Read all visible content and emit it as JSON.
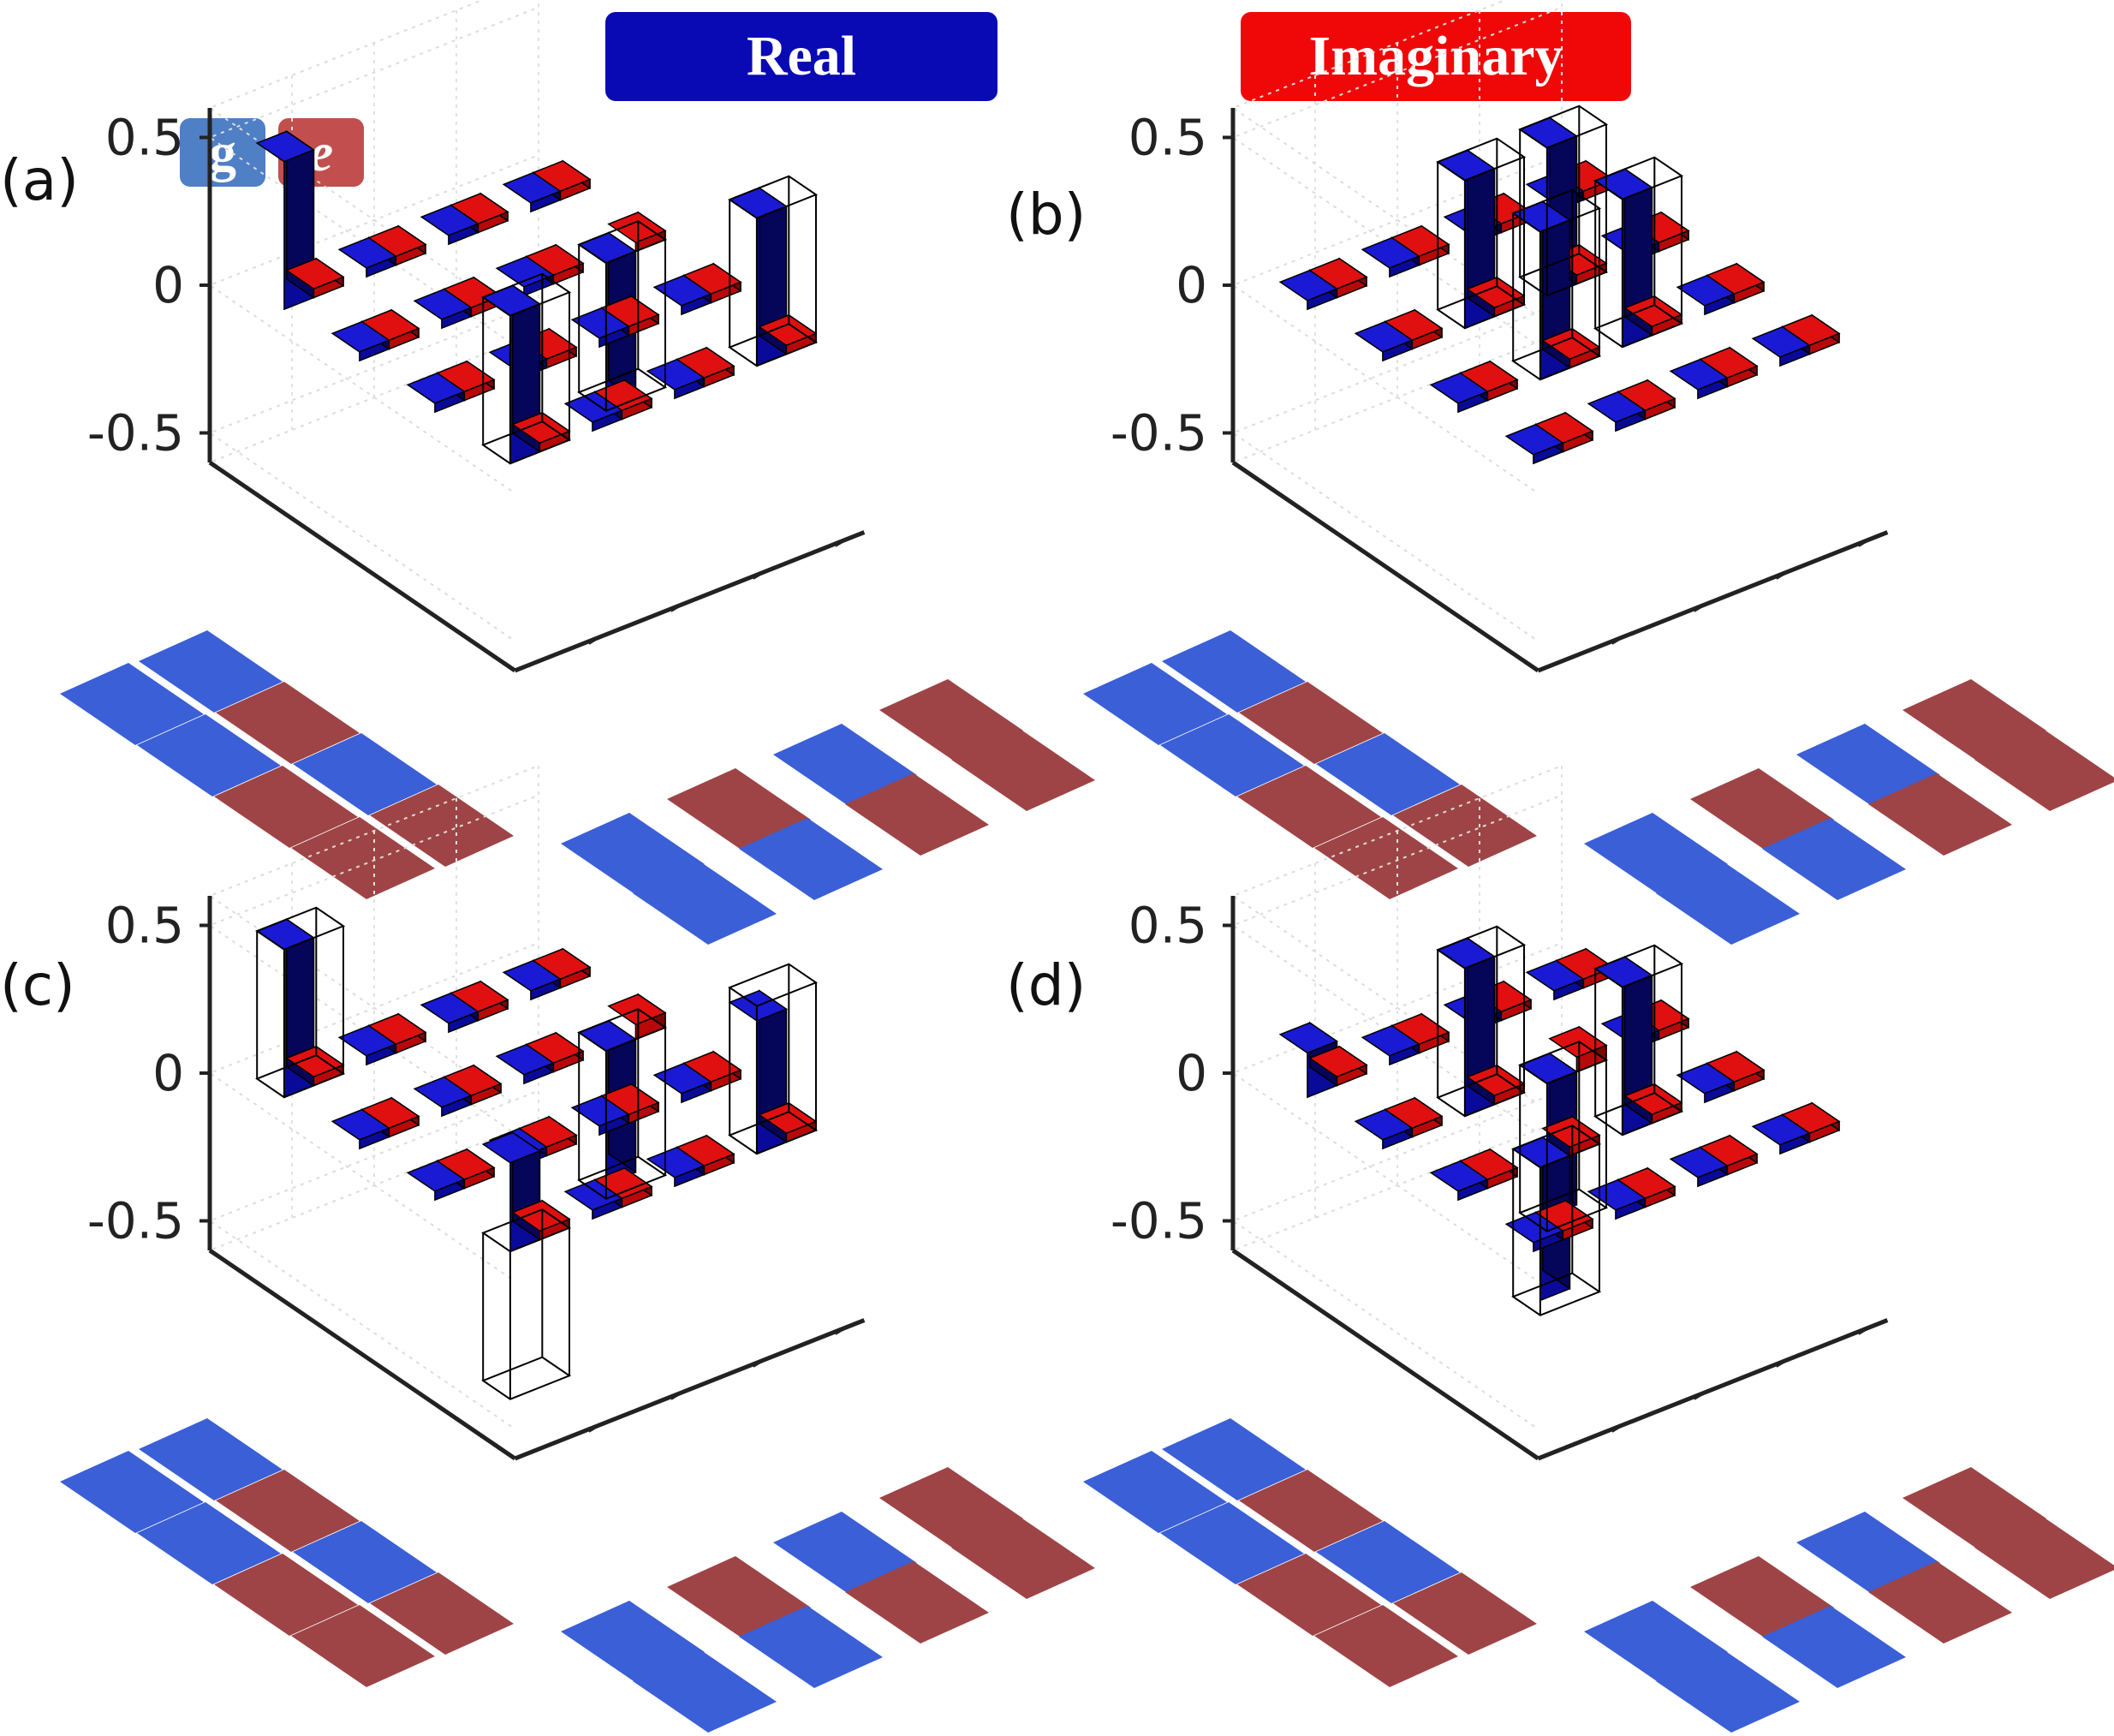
{
  "legend": {
    "real_label": "Real",
    "imag_label": "Imaginary",
    "real_color": "#0a0ab4",
    "imag_color": "#f00808"
  },
  "key": {
    "g_label": "g",
    "e_label": "e",
    "g_color": "#3a5fd6",
    "e_color": "#9e4446"
  },
  "chart_data": [
    {
      "type": "bar3d",
      "panel_label": "(a)",
      "zticks": [
        "0.5",
        "0",
        "-0.5"
      ],
      "zlim": [
        -0.6,
        0.6
      ],
      "size": 4,
      "real": [
        [
          0.5,
          0,
          0,
          0
        ],
        [
          0,
          0,
          0,
          -0.5
        ],
        [
          0,
          0,
          0,
          0
        ],
        [
          0.5,
          0,
          0,
          0.5
        ]
      ],
      "imag": [
        [
          0,
          0,
          0,
          0
        ],
        [
          0,
          0,
          0,
          0
        ],
        [
          0,
          0,
          0,
          0
        ],
        [
          0,
          0,
          0,
          0
        ]
      ],
      "ideal_real": [
        [
          0,
          0,
          0,
          0
        ],
        [
          0,
          0,
          0,
          -0.5
        ],
        [
          0,
          0,
          0,
          0
        ],
        [
          0.5,
          0,
          0,
          0.5
        ]
      ],
      "row_states": [
        "g",
        "g",
        "e",
        "e"
      ],
      "col_states": [
        "g",
        "e",
        "g",
        "e"
      ]
    },
    {
      "type": "bar3d",
      "panel_label": "(b)",
      "zticks": [
        "0.5",
        "0",
        "-0.5"
      ],
      "zlim": [
        -0.6,
        0.6
      ],
      "size": 4,
      "real": [
        [
          0,
          0,
          0,
          0
        ],
        [
          0,
          0.5,
          0.5,
          0
        ],
        [
          0,
          0.5,
          0.5,
          0
        ],
        [
          0,
          0,
          0,
          0
        ]
      ],
      "imag": [
        [
          0,
          0,
          0,
          0
        ],
        [
          0,
          0,
          0,
          0
        ],
        [
          0,
          0,
          0,
          0
        ],
        [
          0,
          0,
          0,
          0
        ]
      ],
      "ideal_real": [
        [
          0,
          0,
          0,
          0
        ],
        [
          0,
          0.5,
          0.5,
          0
        ],
        [
          0,
          0.5,
          0.5,
          0
        ],
        [
          0,
          0,
          0,
          0
        ]
      ],
      "row_states": [
        "g",
        "g",
        "e",
        "e"
      ],
      "col_states": [
        "g",
        "e",
        "g",
        "e"
      ]
    },
    {
      "type": "bar3d",
      "panel_label": "(c)",
      "zticks": [
        "0.5",
        "0",
        "-0.5"
      ],
      "zlim": [
        -0.6,
        0.6
      ],
      "size": 4,
      "real": [
        [
          0.5,
          0,
          0,
          0
        ],
        [
          0,
          0,
          0,
          -0.45
        ],
        [
          0,
          0,
          0,
          0
        ],
        [
          0.3,
          0,
          0,
          0.45
        ]
      ],
      "imag": [
        [
          0,
          0,
          0,
          0
        ],
        [
          0,
          0,
          0,
          0.05
        ],
        [
          0,
          0,
          0,
          0
        ],
        [
          0,
          0,
          0,
          0
        ]
      ],
      "ideal_real": [
        [
          0.5,
          0,
          0,
          0
        ],
        [
          0,
          0,
          0,
          -0.5
        ],
        [
          0,
          0,
          0,
          0
        ],
        [
          -0.5,
          0,
          0,
          0.5
        ]
      ],
      "row_states": [
        "g",
        "g",
        "e",
        "e"
      ],
      "col_states": [
        "g",
        "e",
        "g",
        "e"
      ]
    },
    {
      "type": "bar3d",
      "panel_label": "(d)",
      "zticks": [
        "0.5",
        "0",
        "-0.5"
      ],
      "zlim": [
        -0.6,
        0.6
      ],
      "size": 4,
      "real": [
        [
          0.15,
          0,
          0,
          0
        ],
        [
          0,
          0.5,
          -0.45,
          0
        ],
        [
          0,
          -0.45,
          0.5,
          0
        ],
        [
          0,
          0,
          0,
          0
        ]
      ],
      "imag": [
        [
          0,
          0,
          0,
          0
        ],
        [
          0,
          0,
          0.05,
          0
        ],
        [
          0,
          0,
          0,
          0
        ],
        [
          0,
          0,
          0,
          0
        ]
      ],
      "ideal_real": [
        [
          0,
          0,
          0,
          0
        ],
        [
          0,
          0.5,
          -0.5,
          0
        ],
        [
          0,
          -0.5,
          0.5,
          0
        ],
        [
          0,
          0,
          0,
          0
        ]
      ],
      "row_states": [
        "g",
        "g",
        "e",
        "e"
      ],
      "col_states": [
        "g",
        "e",
        "g",
        "e"
      ]
    }
  ]
}
